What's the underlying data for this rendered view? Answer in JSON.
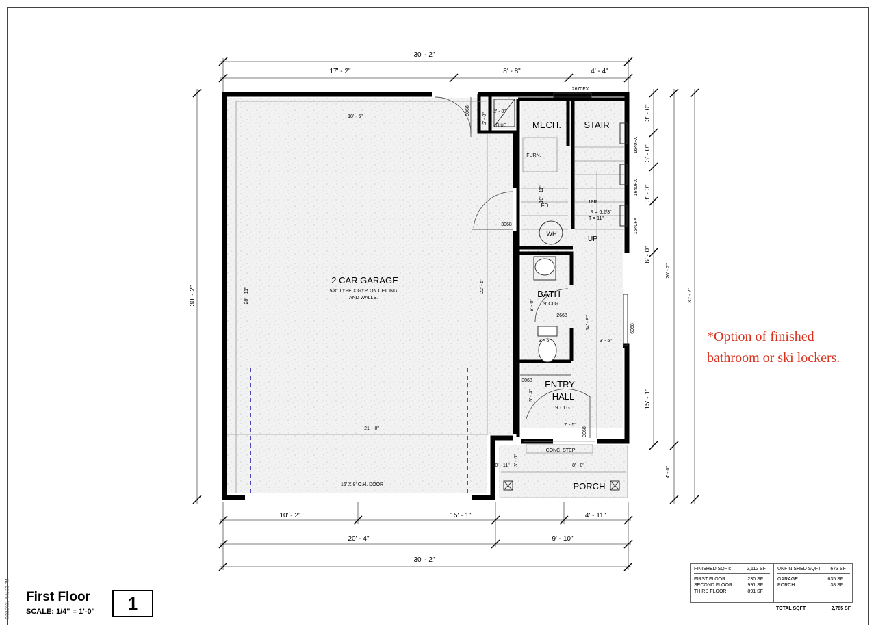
{
  "sheet": {
    "title": "First Floor",
    "scale": "SCALE: 1/4\" = 1'-0\"",
    "sheet_number": "1",
    "print_stamp": "9/22/2021 4:41:23 PM"
  },
  "note": {
    "line1": "*Option of finished",
    "line2": "bathroom or ski lockers.",
    "color": "#d8321e"
  },
  "rooms": {
    "garage": {
      "name": "2 CAR GARAGE",
      "note1": "5/8\" TYPE X GYP. ON CEILING",
      "note2": "AND WALLS."
    },
    "mech": "MECH.",
    "stair": "STAIR",
    "bath": "BATH",
    "bath_clg": "9' CLG.",
    "entry1": "ENTRY",
    "entry2": "HALL",
    "entry_clg": "9' CLG.",
    "porch": "PORCH",
    "furn": "FURN.",
    "fd": "FD",
    "wh": "WH",
    "flue": "FLUE",
    "up": "UP",
    "risers": "18R",
    "riser_height": "R = 6.2/3\"",
    "tread": "T = 11\"",
    "conc_step": "CONC. STEP",
    "oh_door": "16' X 8' O.H. DOOR"
  },
  "dimensions": {
    "top_overall": "30' - 2\"",
    "top_seg1": "17' - 2\"",
    "top_seg2": "8' - 8\"",
    "top_seg3": "4' - 4\"",
    "bottom_row1_a": "10' - 2\"",
    "bottom_row1_b": "15' - 1\"",
    "bottom_row1_c": "4' - 11\"",
    "bottom_row2_a": "20' - 4\"",
    "bottom_row2_b": "9' - 10\"",
    "bottom_overall": "30' - 2\"",
    "left_overall": "30' - 2\"",
    "right_a": "3' - 0\"",
    "right_b": "3' - 0\"",
    "right_c": "3' - 0\"",
    "right_d": "6' - 0\"",
    "right_e": "15' - 1\"",
    "right_mid": "26' - 2\"",
    "right_outer": "30' - 2\"",
    "right_porch": "4' - 0\"",
    "garage_width": "18' - 6\"",
    "garage_depth": "28' - 11\"",
    "garage_inner": "22' - 5\"",
    "garage_door_line": "21' - 0\"",
    "stair_depth": "10' - 11\"",
    "bath_depth": "8' - 0\"",
    "hall_depth": "14' - 9\"",
    "entry_depth": "5' - 4\"",
    "entry_width": "7' - 5\"",
    "toilet_w": "3' - 6\"",
    "hall_w": "3' - 6\"",
    "flue_w": "2' - 0\"",
    "flue_h": "2' - 0\"",
    "porch_width": "8' - 0\"",
    "porch_small1": "0' - 11\"",
    "porch_small2": "3' - 0\"",
    "door_garage_top": "3068",
    "door_mech": "3068",
    "door_bath": "2668",
    "door_entry_left": "3068",
    "door_entry_front": "3068",
    "door_right": "6068",
    "window_top": "2670FX",
    "window_stair1": "1640FX",
    "window_stair2": "1640FX",
    "window_stair3": "1640FX"
  },
  "sqft_table": {
    "finished_label": "FINISHED SQFT:",
    "finished_value": "2,112 SF",
    "unfinished_label": "UNFINISHED SQFT:",
    "unfinished_value": "673 SF",
    "first_label": "FIRST FLOOR:",
    "first_value": "230 SF",
    "second_label": "SECOND FLOOR:",
    "second_value": "991 SF",
    "third_label": "THIRD FLOOR:",
    "third_value": "891 SF",
    "garage_label": "GARAGE:",
    "garage_value": "635 SF",
    "porch_label": "PORCH:",
    "porch_value": "38 SF",
    "total_label": "TOTAL SQFT:",
    "total_value": "2,785 SF"
  }
}
